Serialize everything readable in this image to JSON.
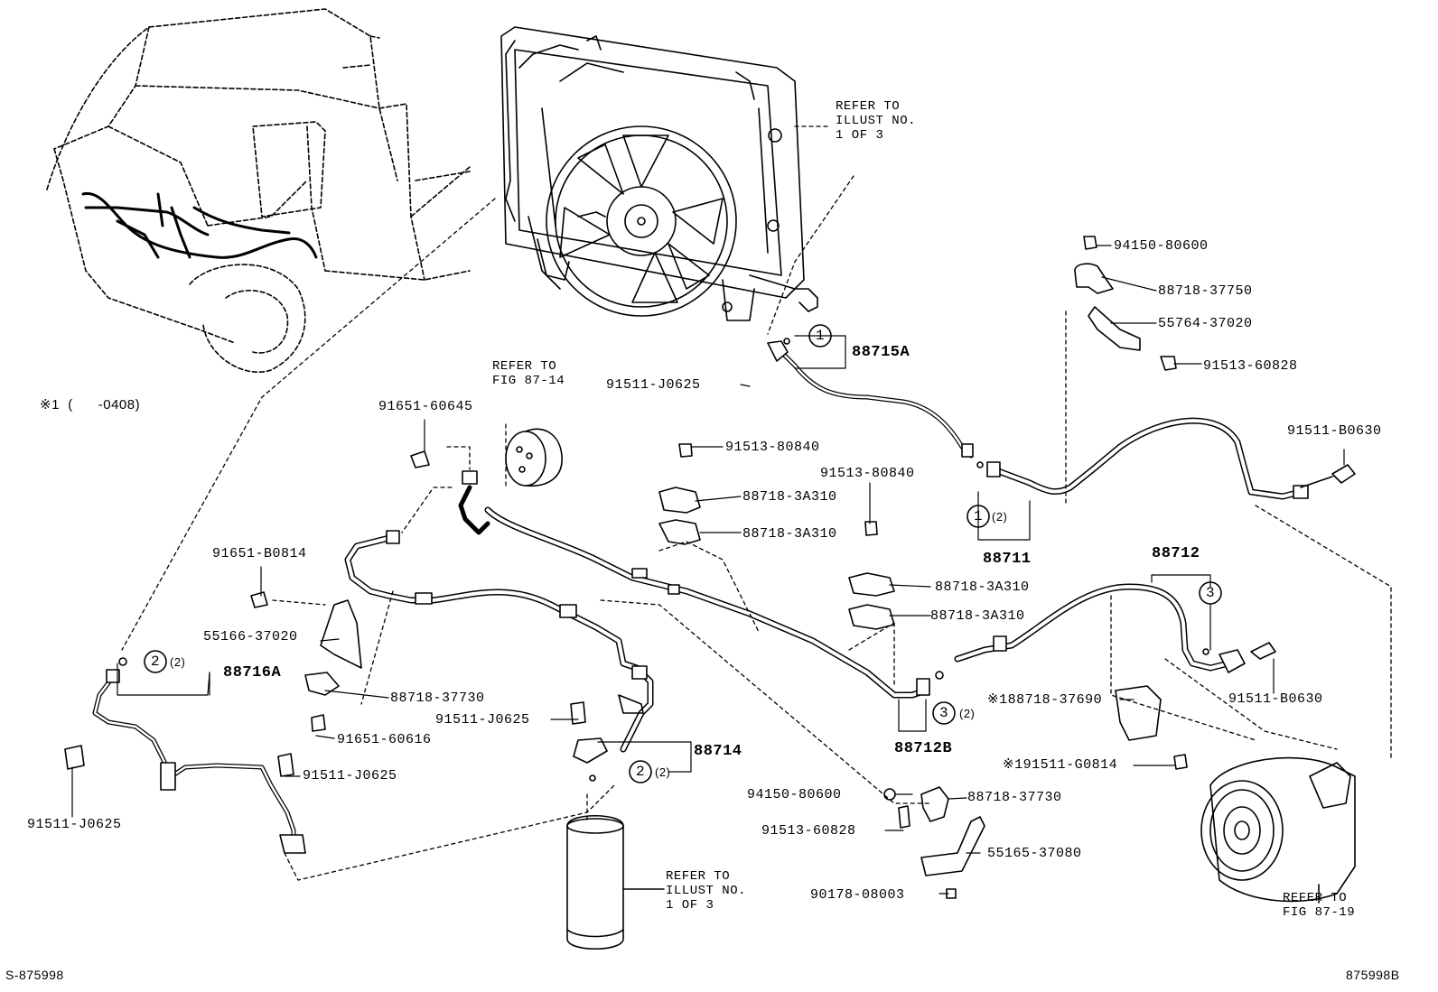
{
  "refer_notes": {
    "fan_top": "REFER TO\nILLUST NO.\n1 OF 3",
    "fig_87_14": "REFER TO\nFIG 87-14",
    "receiver": "REFER TO\nILLUST NO.\n1 OF 3",
    "fig_87_19": "REFER TO\nFIG 87-19"
  },
  "footnote": "※1  (      -0408)",
  "corner_left": "S-875998",
  "corner_right": "875998B",
  "callouts": {
    "c1_a": "1",
    "c1_b": "1",
    "c2_a": "2",
    "c2_b": "2",
    "c3_a": "3",
    "c3_b": "3",
    "qty2": "(2)"
  },
  "parts": {
    "p94150_top": "94150-80600",
    "p88718_37750": "88718-37750",
    "p55764": "55764-37020",
    "p91513_60828_top": "91513-60828",
    "p88715A": "88715A",
    "p91511_J0625_top": "91511-J0625",
    "p91511_B0630_top": "91511-B0630",
    "p91651_60645": "91651-60645",
    "p91513_80840_a": "91513-80840",
    "p88718_3A310_a": "88718-3A310",
    "p88718_3A310_b": "88718-3A310",
    "p91513_80840_b": "91513-80840",
    "p88711": "88711",
    "p88712": "88712",
    "p88718_3A310_c": "88718-3A310",
    "p88718_3A310_d": "88718-3A310",
    "p91651_B0814": "91651-B0814",
    "p55166": "55166-37020",
    "p88716A": "88716A",
    "p88718_37730_l": "88718-37730",
    "p91511_J0625_mid": "91511-J0625",
    "p91651_60616": "91651-60616",
    "p88714": "88714",
    "p91511_J0625_low": "91511-J0625",
    "p91511_J0625_left": "91511-J0625",
    "p88712B": "88712B",
    "p91511_B0630_right": "91511-B0630",
    "p88718_37690": "※188718-37690",
    "p91511_G0814": "※191511-G0814",
    "p94150_low": "94150-80600",
    "p88718_37730_r": "88718-37730",
    "p91513_60828_low": "91513-60828",
    "p55165": "55165-37080",
    "p90178": "90178-08003"
  }
}
